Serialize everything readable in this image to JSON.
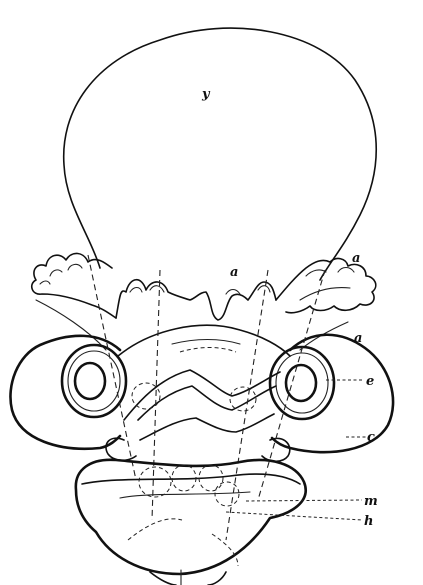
{
  "labels": {
    "yolk": "y",
    "a_center": "a",
    "a_upper_right": "a",
    "a_lower_right": "a",
    "e": "e",
    "c": "c",
    "m": "m",
    "h": "h"
  },
  "colors": {
    "ink": "#111111",
    "paper": "#ffffff"
  }
}
